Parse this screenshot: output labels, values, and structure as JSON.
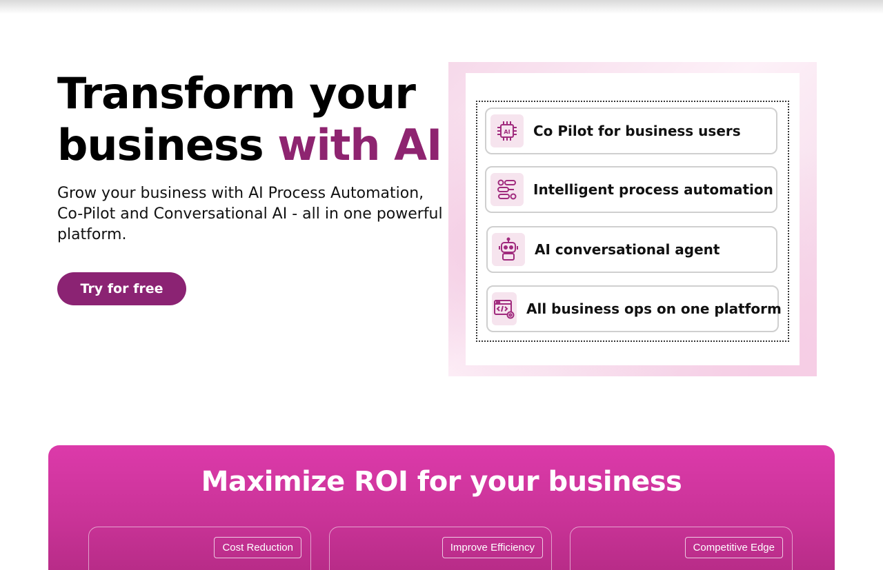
{
  "hero": {
    "title_line1": "Transform your",
    "title_line2_plain": "business ",
    "title_line2_accent": "with AI",
    "subtitle": "Grow your business with AI Process Automation, Co-Pilot and Conversational AI - all in one powerful platform.",
    "cta_label": "Try for free",
    "accent_color": "#8e2470"
  },
  "features": [
    {
      "label": "Co Pilot for business users",
      "icon": "ai-chip-icon"
    },
    {
      "label": "Intelligent process automation",
      "icon": "workflow-icon"
    },
    {
      "label": "AI conversational agent",
      "icon": "robot-icon"
    },
    {
      "label": "All business ops on one platform",
      "icon": "platform-code-icon"
    }
  ],
  "roi": {
    "title": "Maximize ROI for your business",
    "cards": [
      {
        "tag": "Cost Reduction"
      },
      {
        "tag": "Improve Efficiency"
      },
      {
        "tag": "Competitive Edge"
      }
    ],
    "brand_color": "#d63aa6"
  }
}
